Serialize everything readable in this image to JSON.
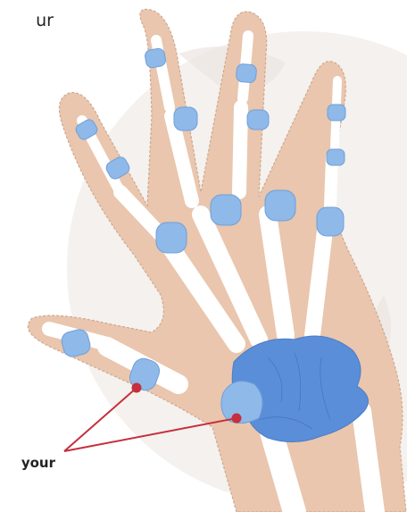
{
  "labels": {
    "top_text": "ur",
    "bottom_text": "your"
  },
  "colors": {
    "background_circle": "#f4f1ee",
    "skin": "#e9c6ad",
    "bone": "#ffffff",
    "cartilage": "#8fb9e8",
    "carpal": "#5b8ed9",
    "pointer_line": "#c62f3c"
  },
  "icons": [
    "hand-anatomy-illustration"
  ]
}
